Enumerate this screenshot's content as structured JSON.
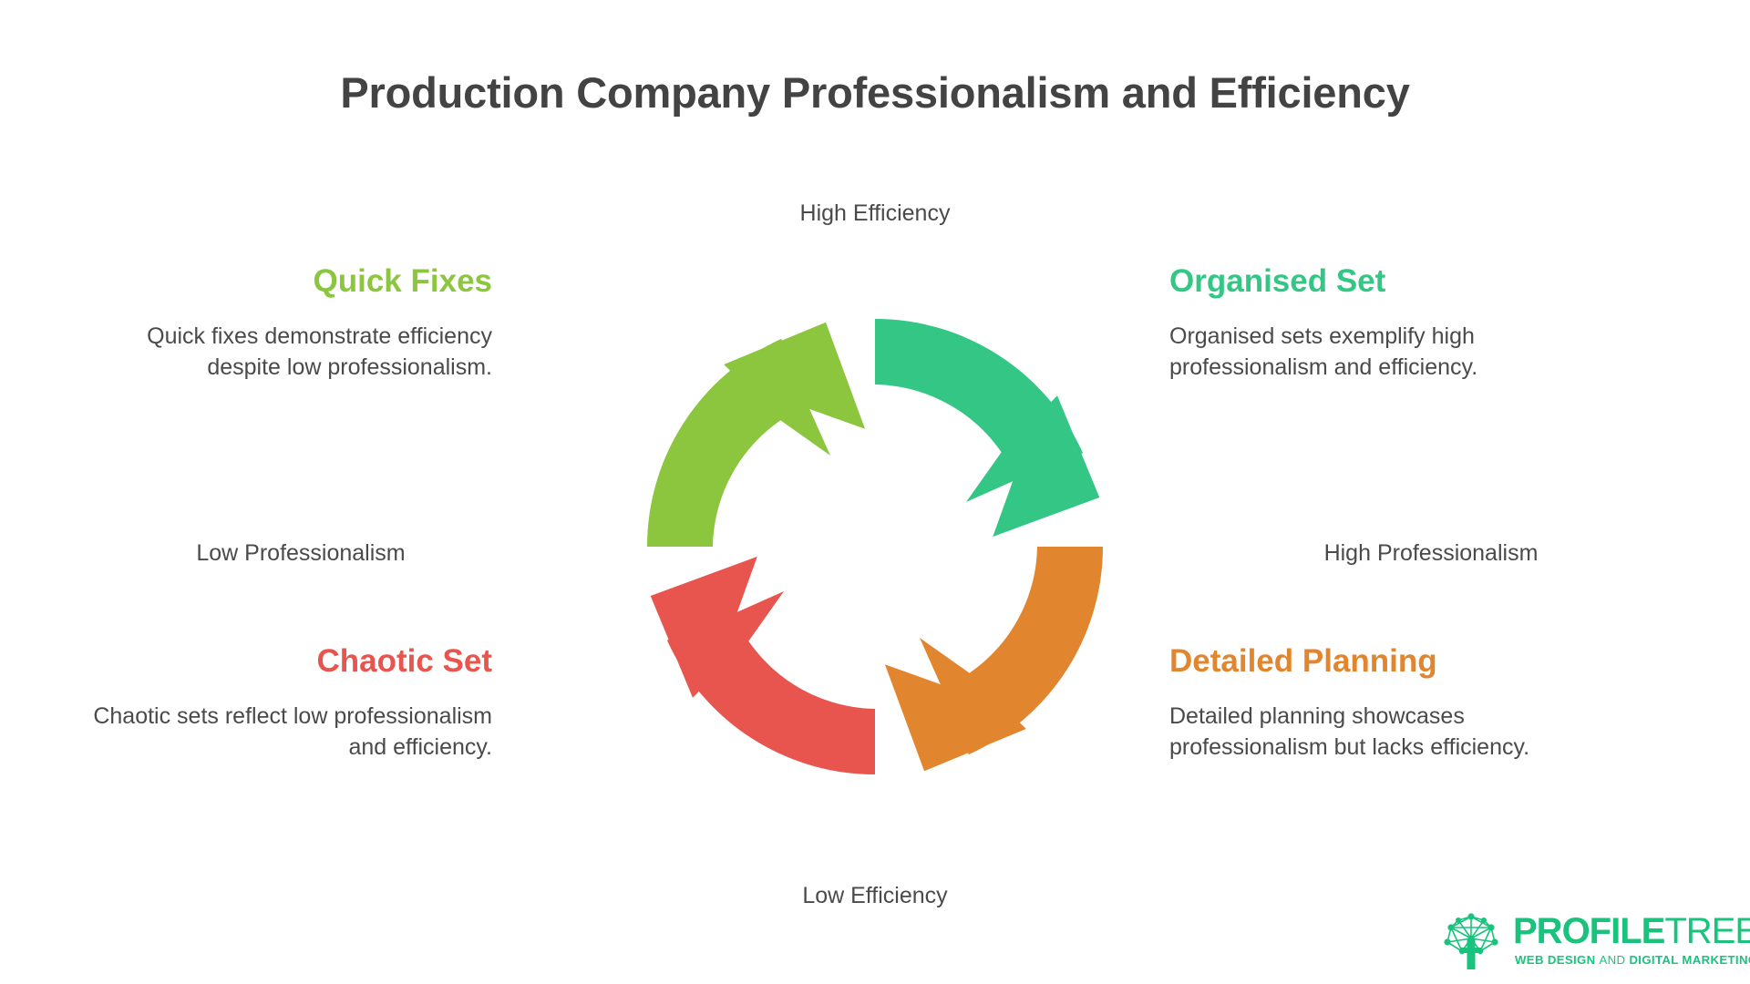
{
  "title": "Production Company Professionalism and Efficiency",
  "axes": {
    "top": "High Efficiency",
    "bottom": "Low Efficiency",
    "left": "Low Professionalism",
    "right": "High Professionalism"
  },
  "quadrants": [
    {
      "id": "quick-fixes",
      "heading": "Quick Fixes",
      "body": "Quick fixes demonstrate efficiency despite low professionalism.",
      "color": "#8CC63F",
      "position": "top-left"
    },
    {
      "id": "organised-set",
      "heading": "Organised Set",
      "body": "Organised sets exemplify high professionalism and efficiency.",
      "color": "#33C684",
      "position": "top-right"
    },
    {
      "id": "chaotic-set",
      "heading": "Chaotic Set",
      "body": "Chaotic sets reflect low professionalism and efficiency.",
      "color": "#E8554E",
      "position": "bottom-left"
    },
    {
      "id": "detailed-planning",
      "heading": "Detailed Planning",
      "body": "Detailed planning showcases professionalism but lacks efficiency.",
      "color": "#E1862F",
      "position": "bottom-right"
    }
  ],
  "diagram": {
    "type": "cycle-arrow-ring",
    "icon": "circular-arrows-icon",
    "segments": 4,
    "colors": {
      "top_left": "#8CC63F",
      "top_right": "#33C684",
      "bottom_left": "#E8554E",
      "bottom_right": "#E1862F"
    }
  },
  "logo": {
    "icon": "profiletree-network-tree-icon",
    "word_main": "PROFILE",
    "word_alt": "TREE",
    "tagline_bold_1": "WEB DESIGN",
    "tagline_light": "AND",
    "tagline_bold_2": "DIGITAL MARKETING",
    "color": "#19c37d"
  },
  "theme": {
    "background": "#FFFFFF",
    "title_color": "#434343",
    "body_text_color": "#4A4A4A"
  }
}
